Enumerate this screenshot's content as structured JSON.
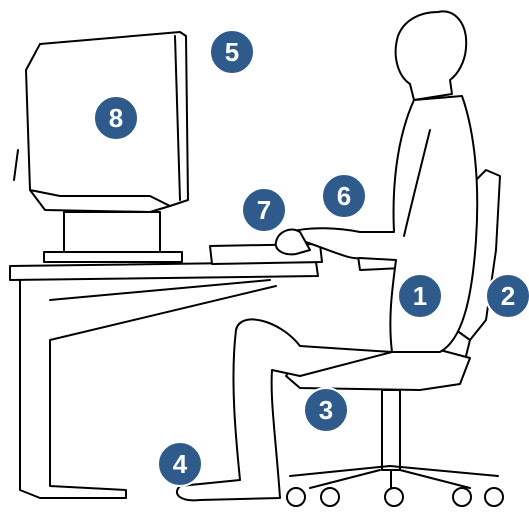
{
  "colors": {
    "badge_fill": "#2e5a8c",
    "badge_text": "#ffffff",
    "outline": "#000000"
  },
  "markers": [
    {
      "id": "1",
      "label": "1"
    },
    {
      "id": "2",
      "label": "2"
    },
    {
      "id": "3",
      "label": "3"
    },
    {
      "id": "4",
      "label": "4"
    },
    {
      "id": "5",
      "label": "5"
    },
    {
      "id": "6",
      "label": "6"
    },
    {
      "id": "7",
      "label": "7"
    },
    {
      "id": "8",
      "label": "8"
    }
  ]
}
